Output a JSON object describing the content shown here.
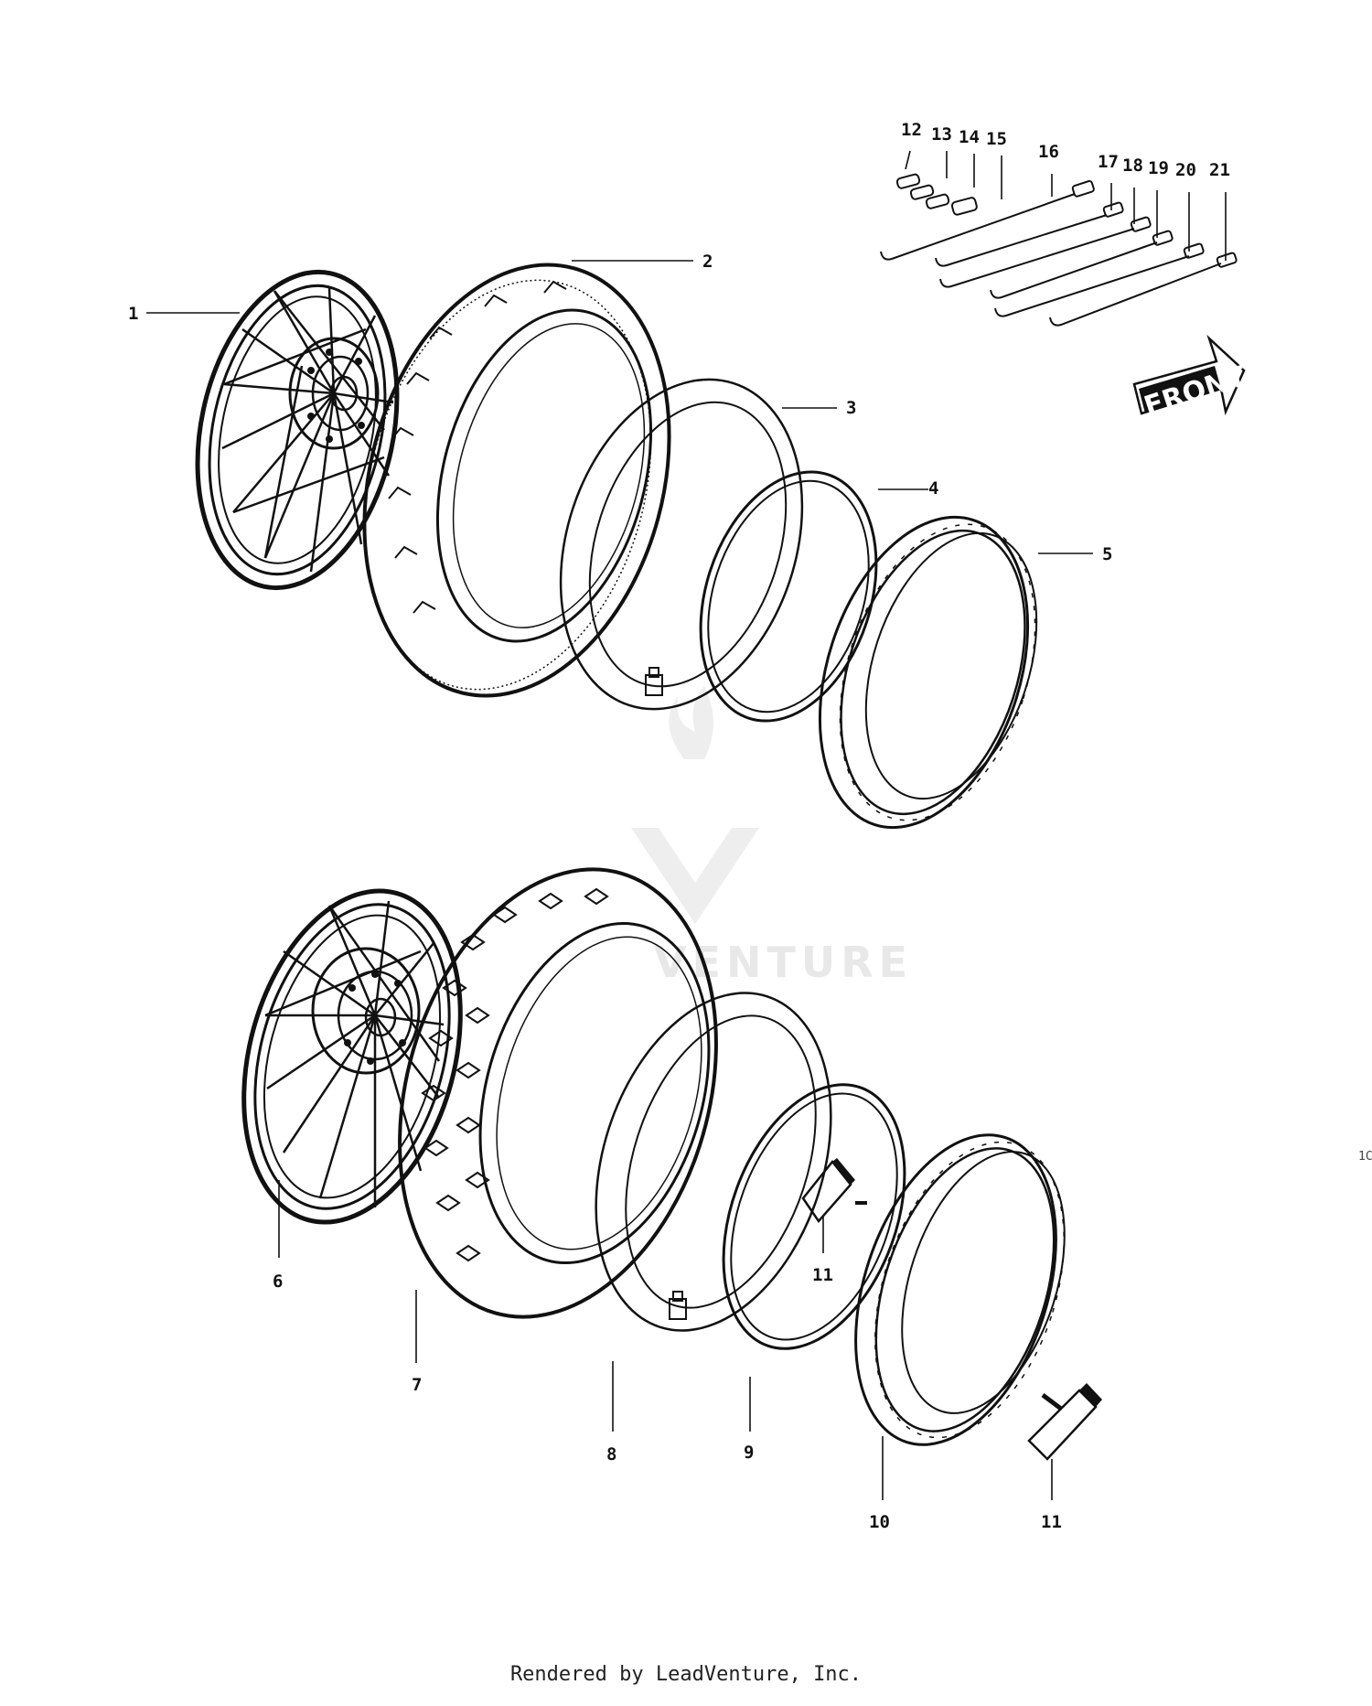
{
  "front_badge": {
    "label": "FRONT"
  },
  "watermark": {
    "text": "VENTURE"
  },
  "footer": {
    "text": "Rendered by LeadVenture, Inc."
  },
  "edge_mark": {
    "text": "1C"
  },
  "parts": {
    "p1": "1",
    "p2": "2",
    "p3": "3",
    "p4": "4",
    "p5": "5",
    "p6": "6",
    "p7": "7",
    "p8": "8",
    "p9": "9",
    "p10": "10",
    "p11a": "11",
    "p11b": "11",
    "p12": "12",
    "p13": "13",
    "p14": "14",
    "p15": "15",
    "p16": "16",
    "p17": "17",
    "p18": "18",
    "p19": "19",
    "p20": "20",
    "p21": "21"
  }
}
